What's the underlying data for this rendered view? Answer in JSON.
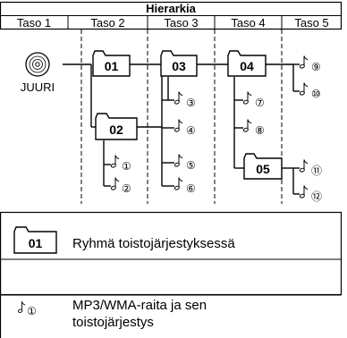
{
  "header": {
    "title": "Hierarkia",
    "columns": [
      "Taso 1",
      "Taso 2",
      "Taso 3",
      "Taso 4",
      "Taso 5"
    ]
  },
  "root": {
    "label": "JUURI",
    "icon": "disc-icon"
  },
  "folders": [
    {
      "label": "01"
    },
    {
      "label": "02"
    },
    {
      "label": "03"
    },
    {
      "label": "04"
    },
    {
      "label": "05"
    }
  ],
  "tracks": [
    {
      "num": "①"
    },
    {
      "num": "②"
    },
    {
      "num": "③"
    },
    {
      "num": "④"
    },
    {
      "num": "⑤"
    },
    {
      "num": "⑥"
    },
    {
      "num": "⑦"
    },
    {
      "num": "⑧"
    },
    {
      "num": "⑨"
    },
    {
      "num": "⑩"
    },
    {
      "num": "⑪"
    },
    {
      "num": "⑫"
    }
  ],
  "legend": [
    {
      "icon": "folder-icon",
      "icon_label": "01",
      "text": "Ryhmä toistojärjestyksessä"
    },
    {
      "icon": "music-note-icon",
      "icon_label": "①",
      "text_lines": [
        "MP3/WMA-raita ja sen",
        "toistojärjestys"
      ]
    }
  ]
}
